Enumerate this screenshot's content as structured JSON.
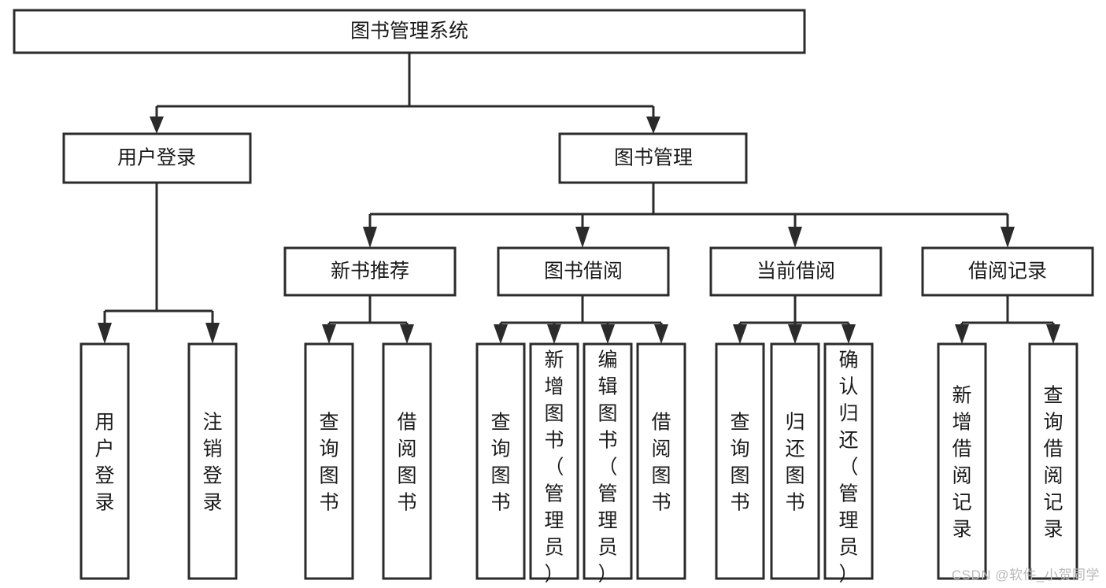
{
  "diagram": {
    "title": "图书管理系统",
    "type": "tree-hierarchy",
    "colors": {
      "box_stroke": "#2b2b2b",
      "box_fill": "#ffffff",
      "text": "#1a1a1a",
      "background": "#ffffff",
      "watermark": "#b9b9b9"
    },
    "root": {
      "label": "图书管理系统"
    },
    "level2": [
      {
        "label": "用户登录"
      },
      {
        "label": "图书管理"
      }
    ],
    "level3": [
      {
        "label": "新书推荐"
      },
      {
        "label": "图书借阅"
      },
      {
        "label": "当前借阅"
      },
      {
        "label": "借阅记录"
      }
    ],
    "leaves": {
      "user_login": [
        {
          "label": "用户登录"
        },
        {
          "label": "注销登录"
        }
      ],
      "new_book_recommend": [
        {
          "label": "查询图书"
        },
        {
          "label": "借阅图书"
        }
      ],
      "book_borrow": [
        {
          "label": "查询图书"
        },
        {
          "label": "新增图书（管理员）"
        },
        {
          "label": "编辑图书（管理员）"
        },
        {
          "label": "借阅图书"
        }
      ],
      "current_borrow": [
        {
          "label": "查询图书"
        },
        {
          "label": "归还图书"
        },
        {
          "label": "确认归还（管理员）"
        }
      ],
      "borrow_record": [
        {
          "label": "新增借阅记录"
        },
        {
          "label": "查询借阅记录"
        }
      ]
    }
  },
  "watermark": {
    "text": "CSDN @软件_小贺同学"
  }
}
